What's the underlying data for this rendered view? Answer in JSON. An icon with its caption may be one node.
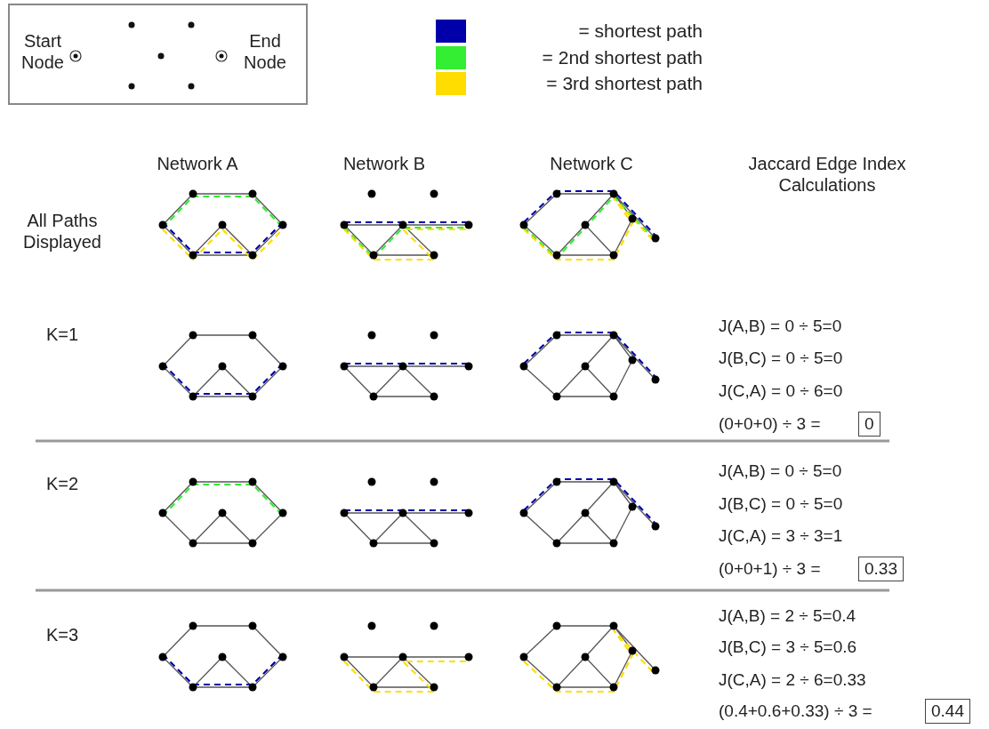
{
  "diagram": {
    "labels": [
      "Start Node",
      "End Node",
      "Network A",
      "Network B",
      "Network C",
      "Jaccard Edge Index Calculations",
      "All Paths Displayed",
      "K=1",
      "J(A,B) = 0 ÷ 5=0",
      "J(B,C) = 0 ÷ 5=0",
      "J(C,A) = 0 ÷ 6=0",
      "(0+0+0) ÷ 3 =",
      "0",
      "K=2",
      "J(A,B) = 0 ÷ 5=0",
      "J(B,C) = 0 ÷ 5=0",
      "J(C,A) = 3 ÷ 3=1",
      "(0+0+1) ÷ 3 =",
      "0.33",
      "K=3",
      "J(A,B) = 2 ÷ 5=0.4",
      "J(B,C) = 3 ÷ 5=0.6",
      "J(C,A) = 2 ÷ 6=0.33",
      "(0.4+0.6+0.33) ÷ 3 =",
      "0.44"
    ],
    "legend": [
      {
        "text": "= shortest path",
        "color": "#0000aa"
      },
      {
        "text": "= 2nd shortest path",
        "color": "#33ee33"
      },
      {
        "text": "= 3rd shortest path",
        "color": "#ffdd00"
      }
    ]
  }
}
